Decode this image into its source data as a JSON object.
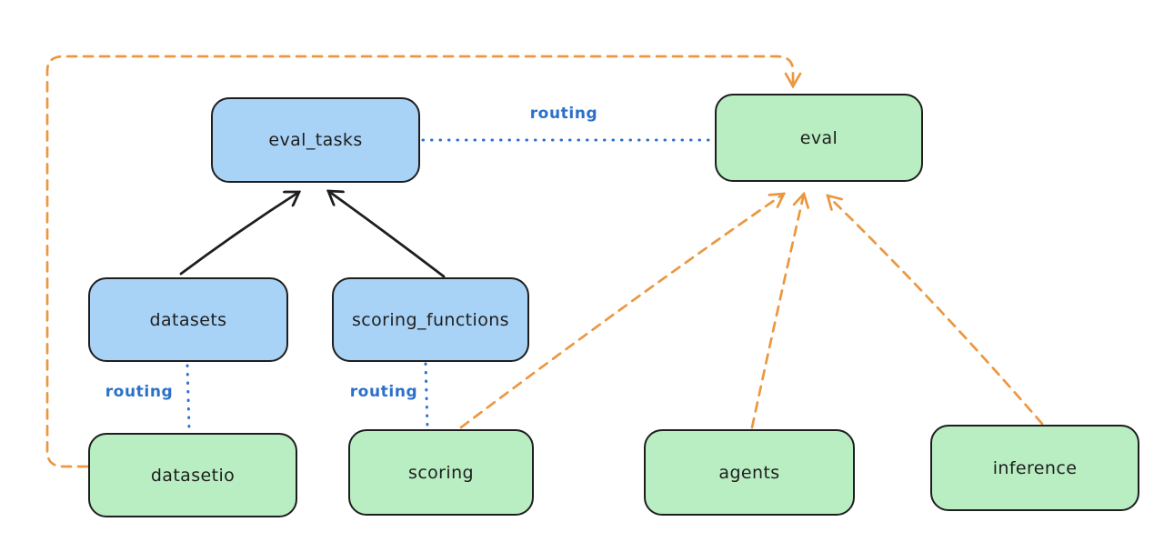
{
  "nodes": {
    "eval_tasks": {
      "label": "eval_tasks",
      "color": "blue"
    },
    "eval": {
      "label": "eval",
      "color": "green"
    },
    "datasets": {
      "label": "datasets",
      "color": "blue"
    },
    "scoring_functions": {
      "label": "scoring_functions",
      "color": "blue"
    },
    "datasetio": {
      "label": "datasetio",
      "color": "green"
    },
    "scoring": {
      "label": "scoring",
      "color": "green"
    },
    "agents": {
      "label": "agents",
      "color": "green"
    },
    "inference": {
      "label": "inference",
      "color": "green"
    }
  },
  "edge_labels": {
    "eval_tasks_to_eval": "routing",
    "datasets_to_datasetio": "routing",
    "scoring_functions_to_scoring": "routing"
  },
  "edges": [
    {
      "from": "datasets",
      "to": "eval_tasks",
      "style": "solid-arrow"
    },
    {
      "from": "scoring_functions",
      "to": "eval_tasks",
      "style": "solid-arrow"
    },
    {
      "from": "eval_tasks",
      "to": "eval",
      "style": "dotted",
      "label": "routing"
    },
    {
      "from": "datasets",
      "to": "datasetio",
      "style": "dotted",
      "label": "routing"
    },
    {
      "from": "scoring_functions",
      "to": "scoring",
      "style": "dotted",
      "label": "routing"
    },
    {
      "from": "scoring",
      "to": "eval",
      "style": "dashed-arrow"
    },
    {
      "from": "agents",
      "to": "eval",
      "style": "dashed-arrow"
    },
    {
      "from": "inference",
      "to": "eval",
      "style": "dashed-arrow"
    },
    {
      "from": "datasetio",
      "to": "eval",
      "style": "dashed-arrow"
    }
  ],
  "colors": {
    "background": "#ffffff",
    "blue_node_fill": "#a9d3f6",
    "green_node_fill": "#b9edc2",
    "node_border": "#1e1e1e",
    "routing_line": "#2b70c8",
    "provider_arrow": "#ec9740",
    "dependency_arrow": "#1e1e1e"
  }
}
